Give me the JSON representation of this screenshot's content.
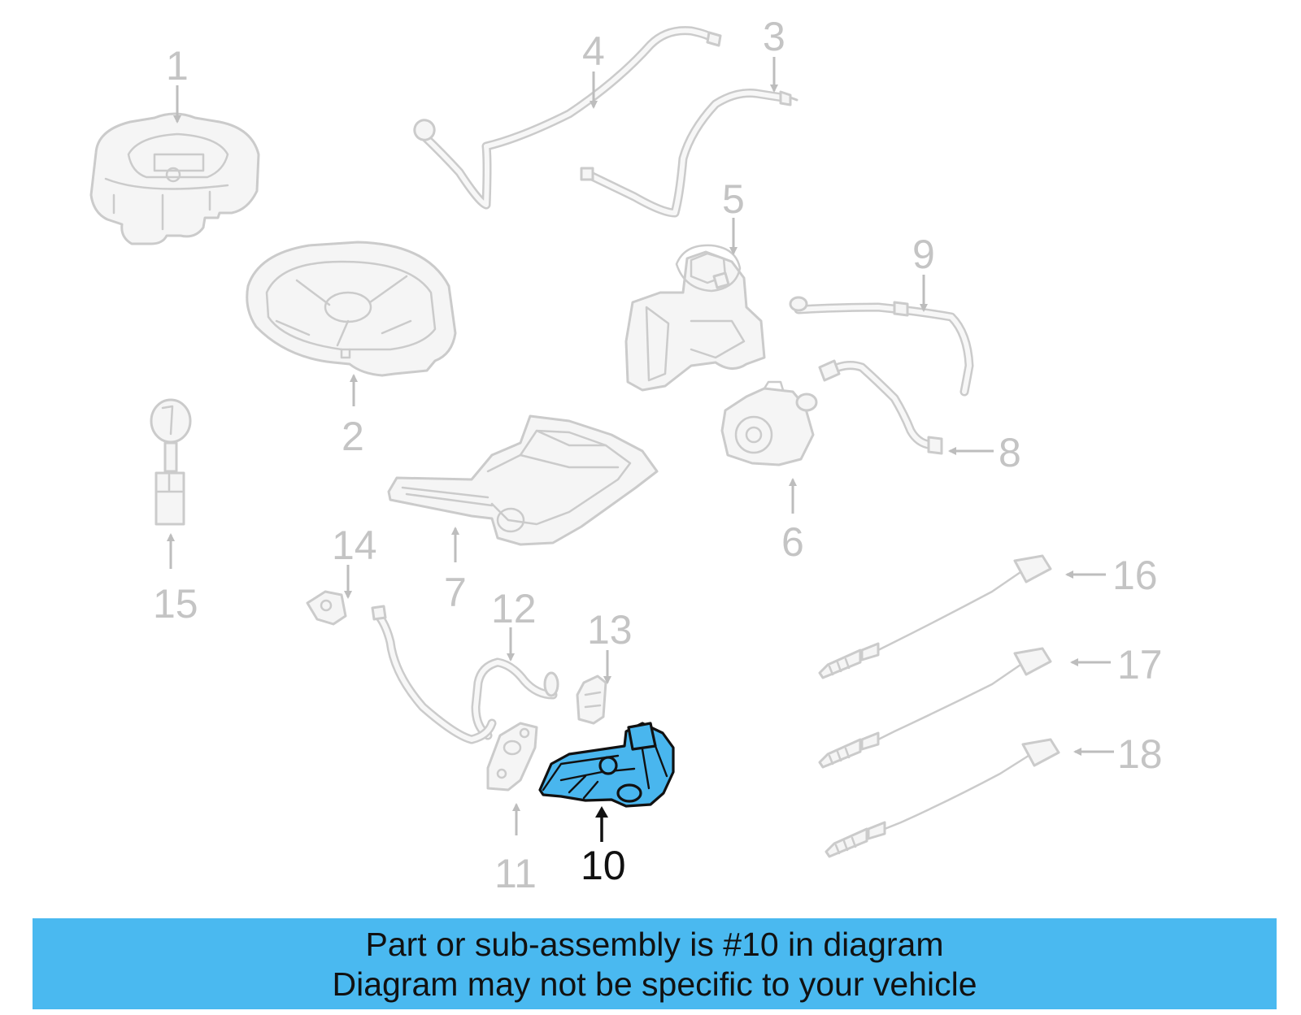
{
  "callouts": {
    "c1": "1",
    "c2": "2",
    "c3": "3",
    "c4": "4",
    "c5": "5",
    "c6": "6",
    "c7": "7",
    "c8": "8",
    "c9": "9",
    "c10": "10",
    "c11": "11",
    "c12": "12",
    "c13": "13",
    "c14": "14",
    "c15": "15",
    "c16": "16",
    "c17": "17",
    "c18": "18"
  },
  "highlighted_part": "10",
  "colors": {
    "highlight": "#49b6ee",
    "caption_background": "#4ab9f0",
    "faded_line": "#cbcbcb"
  },
  "caption": {
    "line1": "Part or sub-assembly is #10 in diagram",
    "line2": "Diagram may not be specific to your vehicle"
  }
}
